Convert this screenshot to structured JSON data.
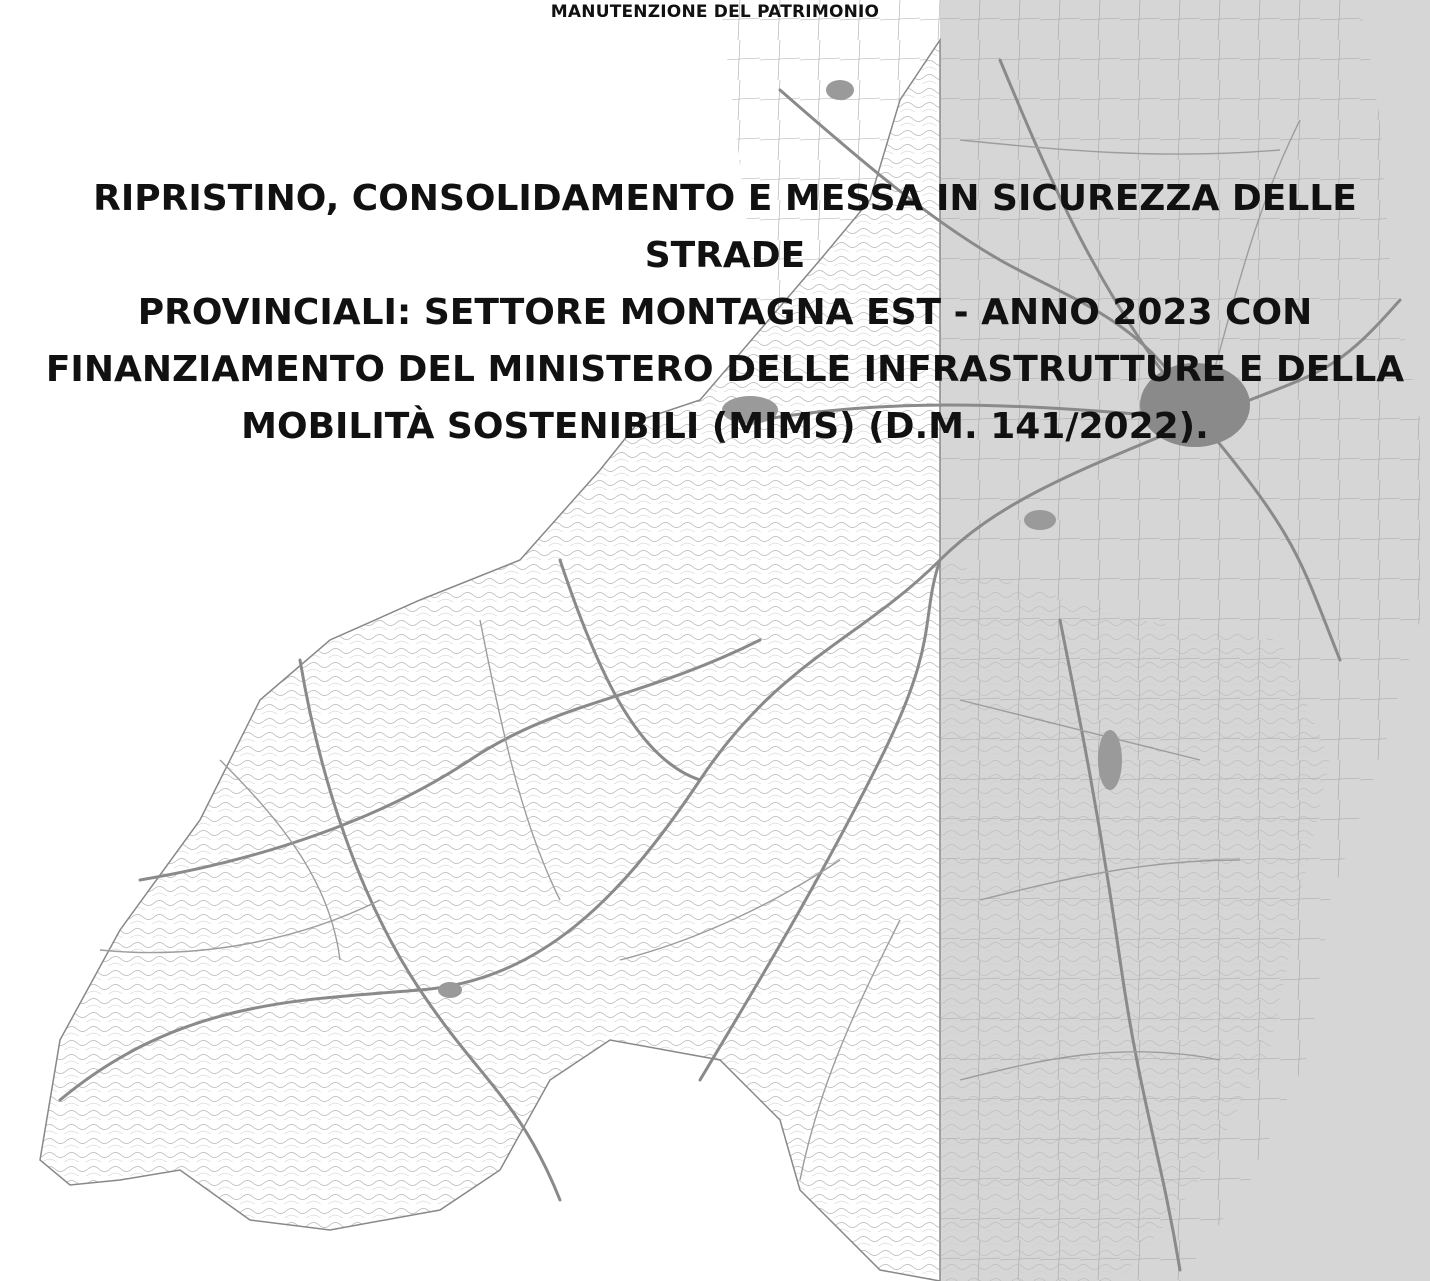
{
  "header": {
    "section_label": "MANUTENZIONE DEL PATRIMONIO"
  },
  "title": {
    "line1": "RIPRISTINO, CONSOLIDAMENTO E MESSA IN SICUREZZA DELLE STRADE",
    "line2": "PROVINCIALI: SETTORE MONTAGNA EST - ANNO 2023 CON",
    "line3": "FINANZIAMENTO DEL MINISTERO DELLE INFRASTRUTTURE E DELLA",
    "line4": "MOBILITÀ SOSTENIBILI (MIMS) (D.M. 141/2022)."
  },
  "colors": {
    "background": "#ffffff",
    "right_panel": "#d6d6d6",
    "map_lines": "#8a8a8a",
    "text": "#111111"
  }
}
